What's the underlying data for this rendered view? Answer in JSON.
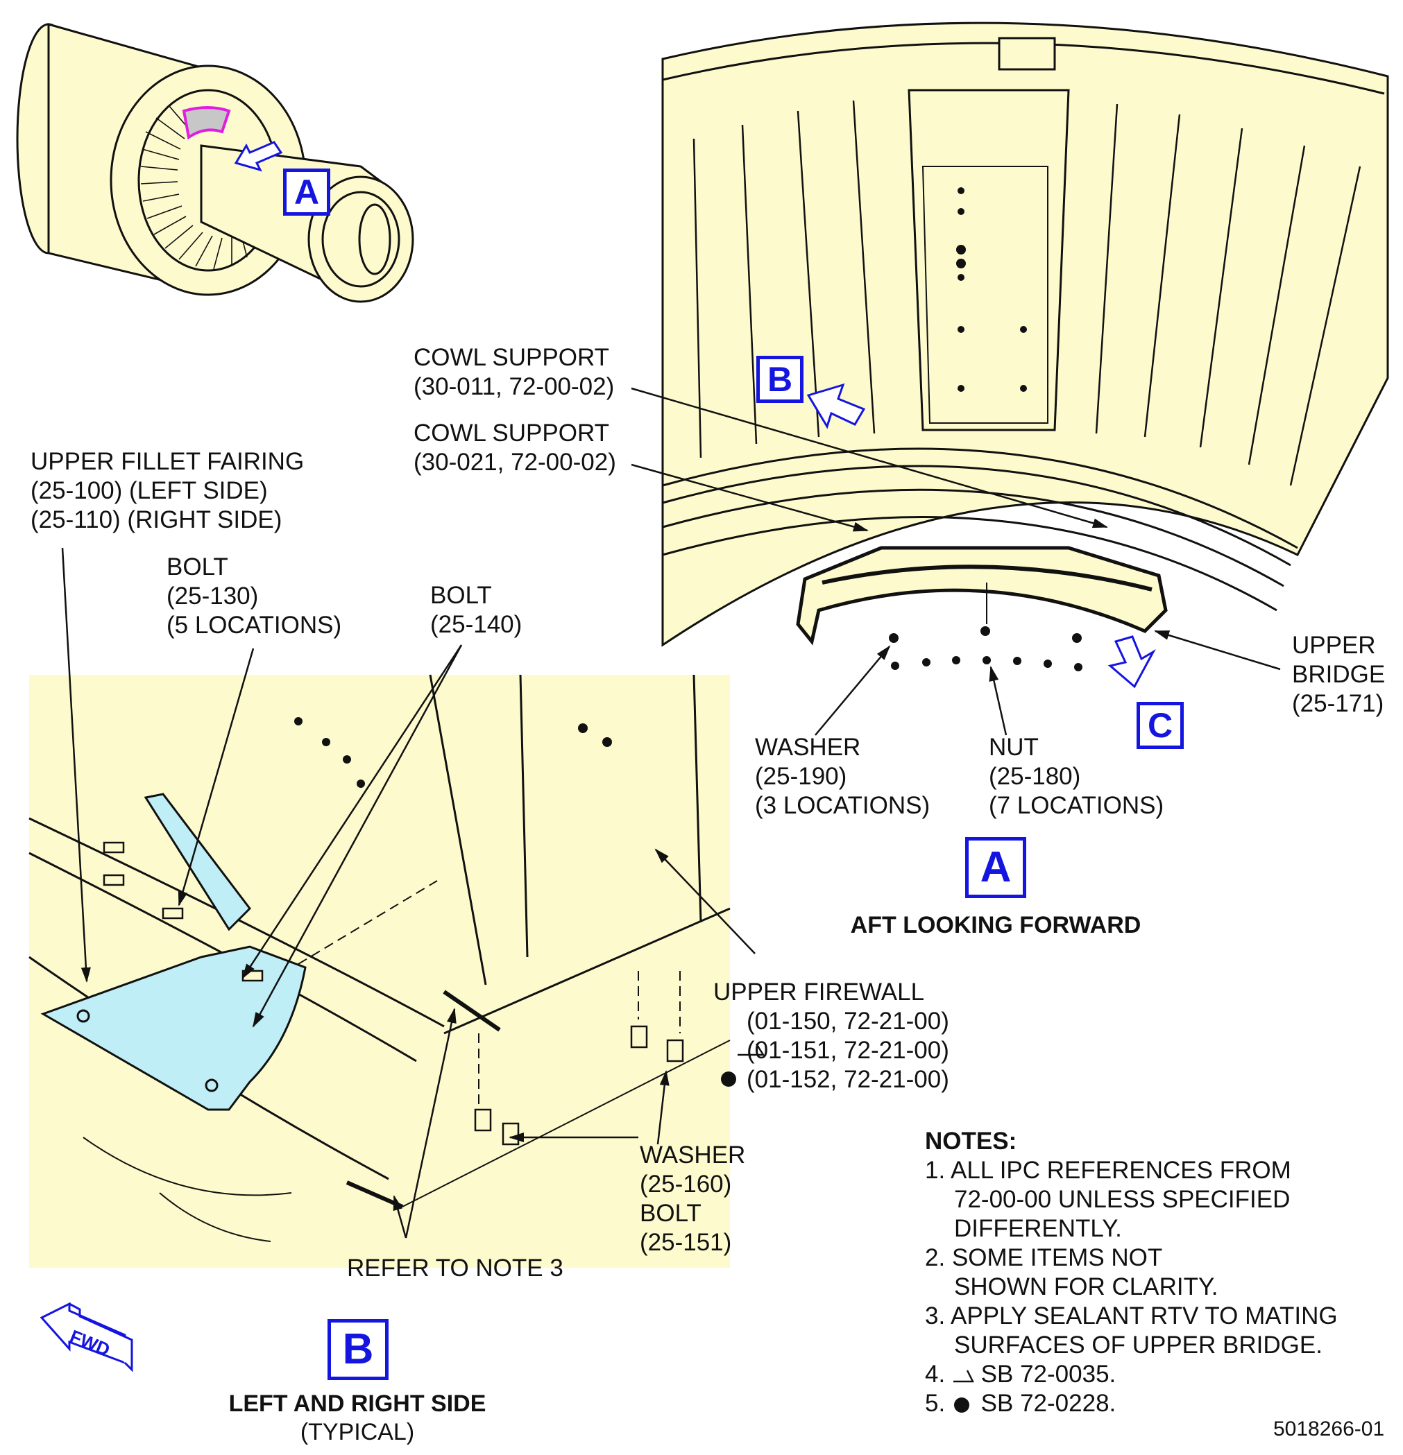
{
  "colors": {
    "fill_yellow": "#fdfbcd",
    "fill_blue": "#bfeef7",
    "accent_blue": "#1515e0",
    "highlight_magenta": "#e01ee0",
    "line": "#111111"
  },
  "view_refs": {
    "a_small": "A",
    "b_small": "B",
    "c_small": "C",
    "a_title_box": "A",
    "b_title_box": "B"
  },
  "labels": {
    "cowl_support_1": [
      "COWL SUPPORT",
      "(30-011, 72-00-02)"
    ],
    "cowl_support_2": [
      "COWL SUPPORT",
      "(30-021, 72-00-02)"
    ],
    "upper_fillet_fairing": [
      "UPPER FILLET FAIRING",
      "(25-100) (LEFT SIDE)",
      "(25-110) (RIGHT SIDE)"
    ],
    "bolt_130": [
      "BOLT",
      "(25-130)",
      "(5 LOCATIONS)"
    ],
    "bolt_140": [
      "BOLT",
      "(25-140)"
    ],
    "upper_bridge": [
      "UPPER",
      "BRIDGE",
      "(25-171)"
    ],
    "washer_190": [
      "WASHER",
      "(25-190)",
      "(3 LOCATIONS)"
    ],
    "nut_180": [
      "NUT",
      "(25-180)",
      "(7 LOCATIONS)"
    ],
    "upper_firewall_title": "UPPER FIREWALL",
    "upper_firewall_refs": [
      "(01-150, 72-21-00)",
      "(01-151, 72-21-00)",
      "(01-152, 72-21-00)"
    ],
    "washer_bolt": [
      "WASHER",
      "(25-160)",
      "BOLT",
      "(25-151)"
    ],
    "refer_note": "REFER TO NOTE 3"
  },
  "view_titles": {
    "a_title": "AFT LOOKING FORWARD",
    "b_title": "LEFT AND RIGHT SIDE",
    "b_subtitle": "(TYPICAL)"
  },
  "notes": {
    "heading": "NOTES:",
    "items": [
      {
        "num": "1.",
        "lines": [
          "ALL IPC REFERENCES FROM",
          "72-00-00 UNLESS SPECIFIED",
          "DIFFERENTLY."
        ]
      },
      {
        "num": "2.",
        "lines": [
          "SOME ITEMS NOT",
          "SHOWN FOR CLARITY."
        ]
      },
      {
        "num": "3.",
        "lines": [
          "APPLY SEALANT RTV TO MATING",
          "SURFACES OF UPPER BRIDGE."
        ]
      },
      {
        "num": "4.",
        "text": "SB 72-0035."
      },
      {
        "num": "5.",
        "text": "SB 72-0228."
      }
    ]
  },
  "fwd_label": "FWD",
  "figure_id": "5018266-01"
}
